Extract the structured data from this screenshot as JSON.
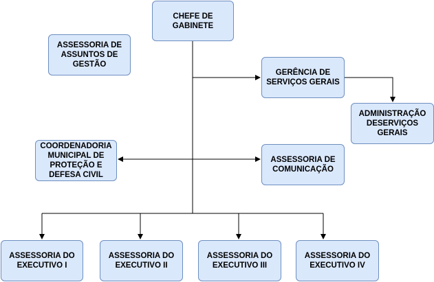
{
  "diagram": {
    "nodes": {
      "chefe": "CHEFE DE\nGABINETE",
      "assessoria_gestao": "ASSESSORIA DE\nASSUNTOS DE\nGESTÃO",
      "gerencia": "GERÊNCIA DE\nSERVIÇOS GERAIS",
      "administracao": "ADMINISTRAÇÃO\nDESERVIÇOS\nGERAIS",
      "coordenadoria": "COORDENADORIA\nMUNICIPAL DE\nPROTEÇÃO E\nDEFESA CIVIL",
      "assessoria_comunicacao": "ASSESSORIA DE\nCOMUNICAÇÃO",
      "executivo_1": "ASSESSORIA DO\nEXECUTIVO I",
      "executivo_2": "ASSESSORIA DO\nEXECUTIVO II",
      "executivo_3": "ASSESSORIA DO\nEXECUTIVO III",
      "executivo_4": "ASSESSORIA DO\nEXECUTIVO IV"
    },
    "edges": [
      {
        "from": "chefe",
        "to": "gerencia"
      },
      {
        "from": "gerencia",
        "to": "administracao"
      },
      {
        "from": "coordenadoria",
        "to": "assessoria_comunicacao",
        "bidirectional": true
      },
      {
        "from": "chefe",
        "to": "executivo_1"
      },
      {
        "from": "chefe",
        "to": "executivo_2"
      },
      {
        "from": "chefe",
        "to": "executivo_3"
      },
      {
        "from": "chefe",
        "to": "executivo_4"
      }
    ],
    "colors": {
      "node_fill": "#dae8fc",
      "node_border": "#6c8ebf",
      "line": "#000000"
    }
  }
}
